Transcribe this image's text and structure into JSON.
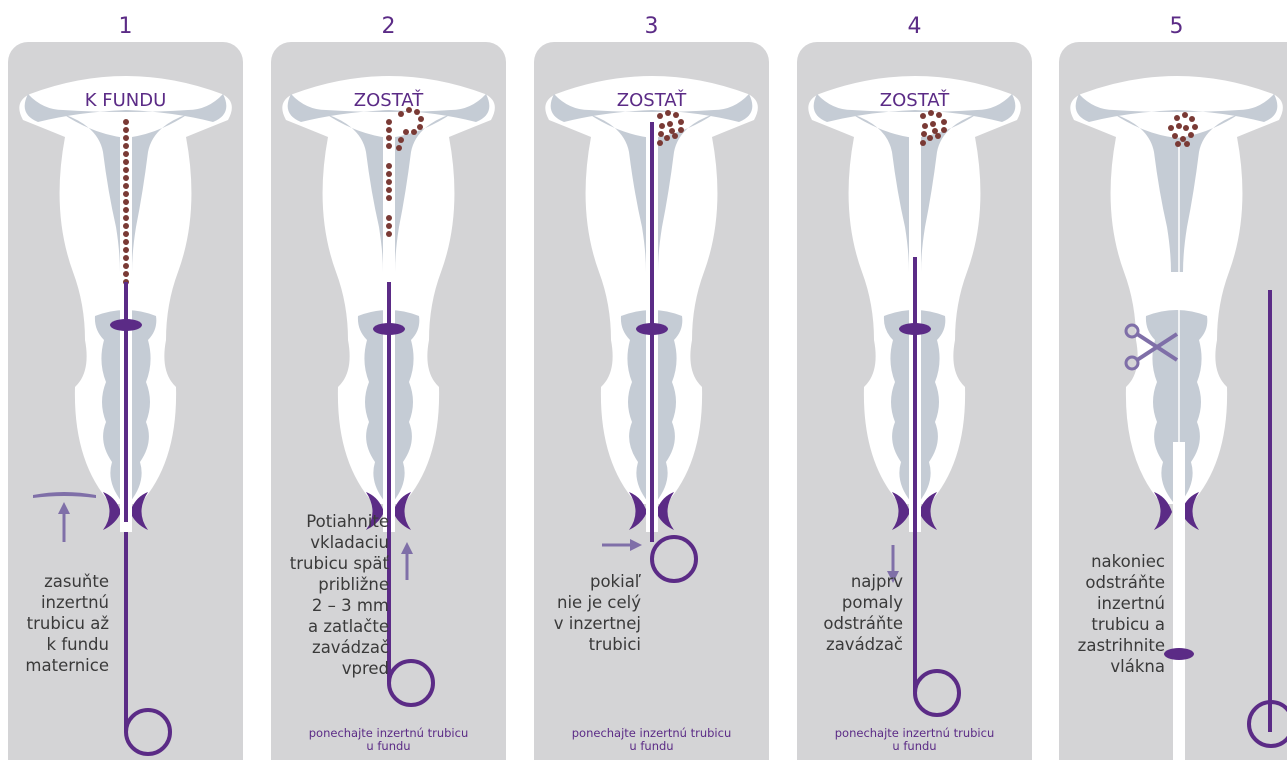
{
  "steps": [
    {
      "number": "1",
      "top_label": "K FUNDU",
      "instruction": [
        "zasuňte",
        "inzertnú",
        "trubicu až",
        "k fundu",
        "maternice"
      ],
      "note": ""
    },
    {
      "number": "2",
      "top_label": "ZOSTAŤ",
      "instruction": [
        "Potiahnite",
        "vkladaciu",
        "trubicu späť",
        "približne",
        "2 – 3 mm",
        "a zatlačte",
        "zavádzač",
        "vpred"
      ],
      "note": [
        "ponechajte inzertnú trubicu",
        "u fundu"
      ]
    },
    {
      "number": "3",
      "top_label": "ZOSTAŤ",
      "instruction": [
        "pokiaľ",
        "nie je celý",
        "v inzertnej",
        "trubici"
      ],
      "note": [
        "ponechajte inzertnú trubicu",
        "u fundu"
      ]
    },
    {
      "number": "4",
      "top_label": "ZOSTAŤ",
      "instruction": [
        "najprv",
        "pomaly",
        "odstráňte",
        "zavádzač"
      ],
      "note": [
        "ponechajte inzertnú trubicu",
        "u fundu"
      ]
    },
    {
      "number": "5",
      "top_label": "",
      "instruction": [
        "nakoniec",
        "odstráňte",
        "inzertnú",
        "trubicu a",
        "zastrihnite",
        "vlákna"
      ],
      "note": ""
    }
  ],
  "colors": {
    "purple": "#5b2b86",
    "arrow": "#7f6fa8",
    "bead": "#7a3a35",
    "card": "#d4d4d6",
    "cavity": "#c5ccd5"
  },
  "icons": {
    "scissors": "scissors-icon"
  }
}
